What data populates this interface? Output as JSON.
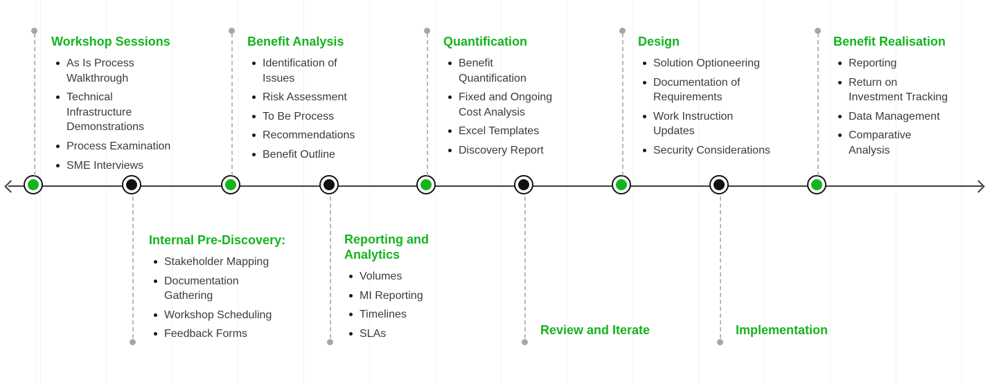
{
  "colors": {
    "accent_green": "#14b41e",
    "node_black": "#111111",
    "axis": "#3d3d3d",
    "connector": "#b8b8b8",
    "endpoint_dot": "#a6a6a6",
    "body_text": "#3a3a41"
  },
  "diagram": {
    "type": "process-timeline",
    "nodes": [
      "green",
      "black",
      "green",
      "black",
      "green",
      "black",
      "green",
      "black",
      "green"
    ],
    "top_sections": [
      {
        "title": "Workshop Sessions",
        "items": [
          "As Is Process\nWalkthrough",
          "Technical\nInfrastructure\nDemonstrations",
          "Process Examination",
          "SME Interviews"
        ]
      },
      {
        "title": "Benefit Analysis",
        "items": [
          "Identification of\nIssues",
          "Risk Assessment",
          "To Be Process",
          "Recommendations",
          "Benefit Outline"
        ]
      },
      {
        "title": "Quantification",
        "items": [
          "Benefit\nQuantification",
          "Fixed and Ongoing\nCost Analysis",
          "Excel Templates",
          "Discovery Report"
        ]
      },
      {
        "title": "Design",
        "items": [
          "Solution Optioneering",
          "Documentation of\nRequirements",
          "Work Instruction\nUpdates",
          "Security Considerations"
        ]
      },
      {
        "title": "Benefit Realisation",
        "items": [
          "Reporting",
          "Return on\nInvestment Tracking",
          "Data Management",
          "Comparative\nAnalysis"
        ]
      }
    ],
    "bottom_sections": [
      {
        "title": "Internal Pre-Discovery:",
        "items": [
          "Stakeholder Mapping",
          "Documentation\nGathering",
          "Workshop Scheduling",
          "Feedback Forms"
        ]
      },
      {
        "title": "Reporting and\nAnalytics",
        "items": [
          "Volumes",
          "MI Reporting",
          "Timelines",
          "SLAs"
        ]
      },
      {
        "title": "Review and Iterate",
        "items": []
      },
      {
        "title": "Implementation",
        "items": []
      }
    ]
  }
}
